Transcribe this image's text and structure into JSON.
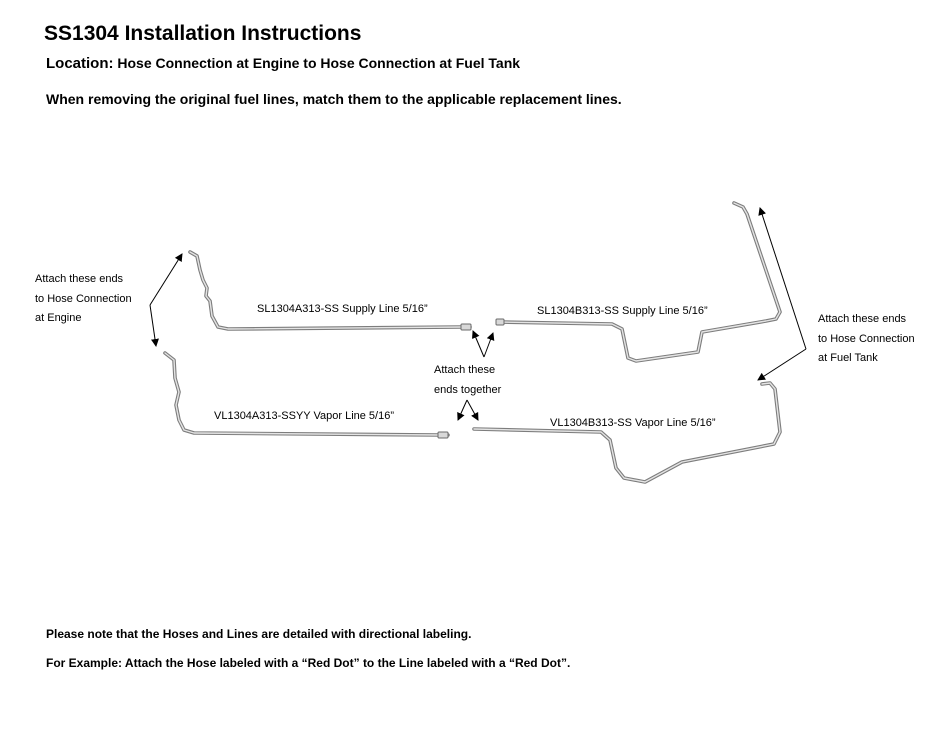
{
  "header": {
    "title": "SS1304 Installation Instructions",
    "location_label": "Location:",
    "location_value": "Hose Connection at Engine to Hose Connection at Fuel Tank",
    "subtitle": "When removing the original fuel lines, match them to the applicable replacement lines."
  },
  "diagram": {
    "engine_note": [
      "Attach these ends",
      "to Hose Connection",
      "at Engine"
    ],
    "tank_note": [
      "Attach these ends",
      "to Hose Connection",
      "at Fuel Tank"
    ],
    "middle_note": [
      "Attach these",
      "ends together"
    ],
    "lines": {
      "supply_a": "SL1304A313-SS Supply Line 5/16”",
      "supply_b": "SL1304B313-SS Supply Line 5/16”",
      "vapor_a": "VL1304A313-SSYY Vapor Line 5/16”",
      "vapor_b": "VL1304B313-SS Vapor Line 5/16”"
    },
    "tube_color": "#7d7d7d"
  },
  "footer": {
    "note": "Please note that the Hoses and Lines are detailed with directional labeling.",
    "example": "For Example: Attach the Hose labeled with a “Red Dot” to the Line labeled with a “Red Dot”."
  }
}
